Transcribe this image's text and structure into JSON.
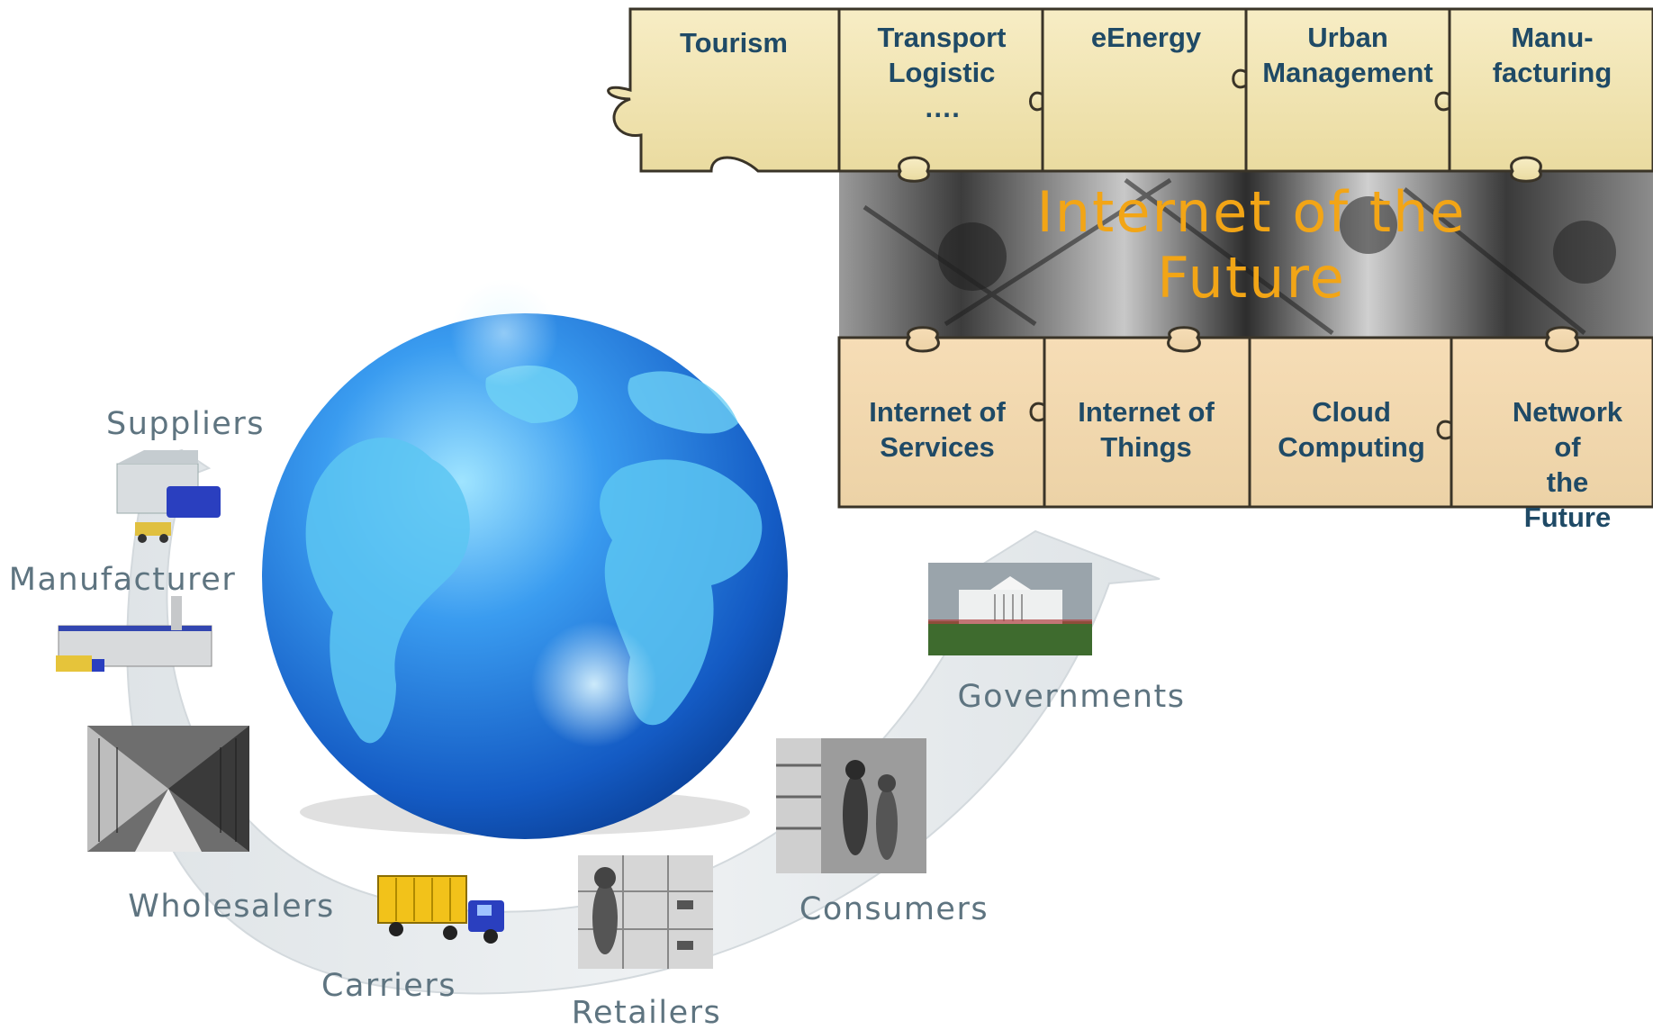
{
  "puzzle": {
    "top_row": [
      {
        "id": "tourism",
        "label": "Tourism"
      },
      {
        "id": "transport",
        "label": "Transport\nLogistic\n…."
      },
      {
        "id": "eenergy",
        "label": "eEnergy"
      },
      {
        "id": "urban",
        "label": "Urban\nManagement"
      },
      {
        "id": "manufacturing",
        "label": "Manu-\nfacturing"
      }
    ],
    "center_title": {
      "line1": "Internet of the",
      "line2": "Future"
    },
    "bottom_row": [
      {
        "id": "services",
        "label": "Internet of\nServices"
      },
      {
        "id": "things",
        "label": "Internet of\nThings"
      },
      {
        "id": "cloud",
        "label": "Cloud\nComputing"
      },
      {
        "id": "network",
        "label": "Network of\nthe Future"
      }
    ]
  },
  "supply_chain": {
    "stages": [
      {
        "id": "suppliers",
        "label": "Suppliers"
      },
      {
        "id": "manufacturer",
        "label": "Manufacturer"
      },
      {
        "id": "wholesalers",
        "label": "Wholesalers"
      },
      {
        "id": "carriers",
        "label": "Carriers"
      },
      {
        "id": "retailers",
        "label": "Retailers"
      },
      {
        "id": "consumers",
        "label": "Consumers"
      },
      {
        "id": "governments",
        "label": "Governments"
      }
    ]
  },
  "colors": {
    "stage_label": "#5e7480",
    "puzzle_text": "#1f4a66",
    "title_accent": "#f2a516",
    "puzzle_top_fill": "#f3e7b8",
    "puzzle_bottom_fill": "#f3d8b0",
    "globe_ocean": "#1f6fd6",
    "arrow_fill": "#e3e7ea"
  }
}
